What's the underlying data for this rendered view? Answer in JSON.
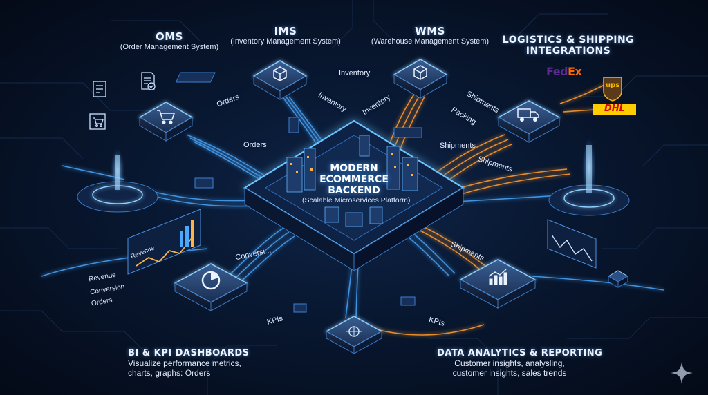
{
  "systems": {
    "oms": {
      "title": "OMS",
      "subtitle": "(Order Management System)"
    },
    "ims": {
      "title": "IMS",
      "subtitle": "(Inventory Management System)"
    },
    "wms": {
      "title": "WMS",
      "subtitle": "(Warehouse Management System)"
    },
    "logistics": {
      "title_line1": "LOGISTICS & SHIPPING",
      "title_line2": "INTEGRATIONS"
    },
    "bi": {
      "title": "BI & KPI DASHBOARDS",
      "desc_line1": "Visualize performance metrics,",
      "desc_line2": "charts, graphs: Orders"
    },
    "analytics": {
      "title": "DATA ANALYTICS & REPORTING",
      "desc_line1": "Customer insights, analysling,",
      "desc_line2": "customer insights, sales trends"
    }
  },
  "center": {
    "title_line1": "MODERN",
    "title_line2": "ECOMMERCE",
    "title_line3": "BACKEND",
    "subtitle": "(Scalable Microservices Platform)"
  },
  "flows": {
    "orders_top": "Orders",
    "orders_mid": "Orders",
    "inventory_top": "Inventory",
    "inventory_left": "Inventory",
    "inventory_right": "Inventory",
    "shipments_top": "Shipments",
    "packing": "Packing",
    "shipments_mid": "Shipments",
    "shipments_right": "Shipments",
    "shipments_low": "Shipments",
    "conversions": "Conversi...",
    "kpis_left": "KPIs",
    "kpis_right": "KPIs"
  },
  "bi_side": {
    "revenue_tile": "Revenue",
    "revenue": "Revenue",
    "conversion": "Conversion",
    "orders": "Orders"
  },
  "carriers": {
    "fedex_fed": "Fed",
    "fedex_ex": "Ex",
    "ups": "ups",
    "dhl": "DHL"
  },
  "colors": {
    "accent_blue": "#4aa8ff",
    "accent_orange": "#ff9a2e",
    "fedex_purple": "#5a2a8e",
    "fedex_orange": "#ff6a00",
    "ups_brown": "#5a3a1a",
    "ups_gold": "#f5b800",
    "dhl_yellow": "#ffcc00",
    "dhl_red": "#d40511"
  }
}
